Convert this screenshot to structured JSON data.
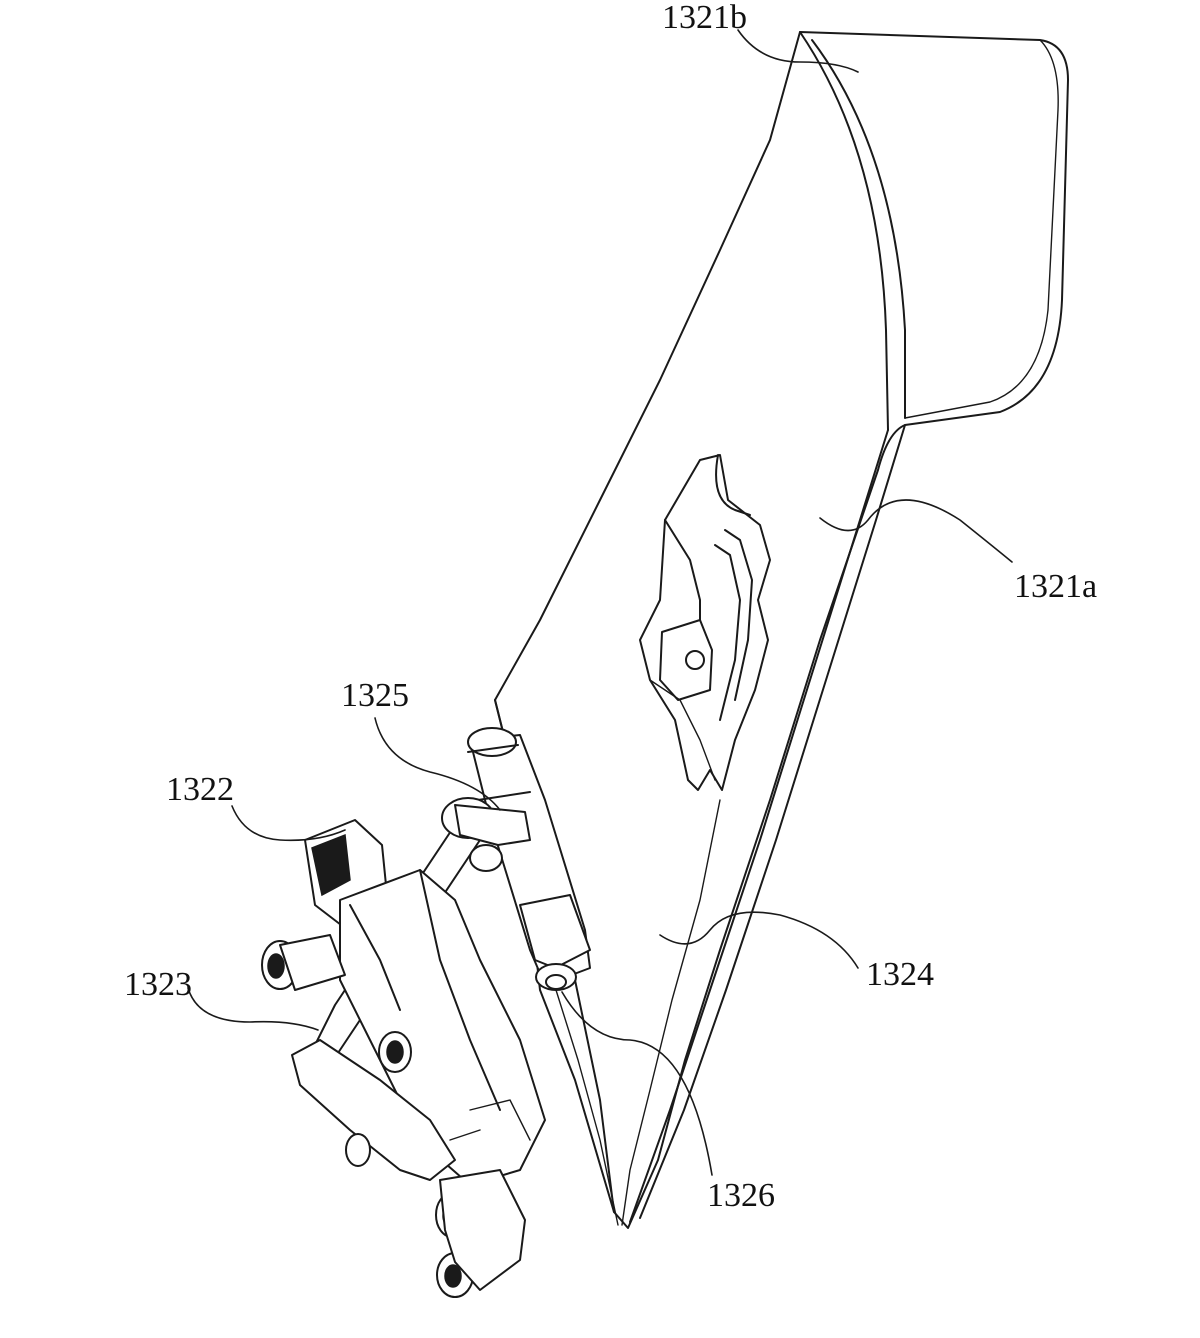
{
  "figure": {
    "labels": {
      "l1321b": "1321b",
      "l1321a": "1321a",
      "l1325": "1325",
      "l1322": "1322",
      "l1323": "1323",
      "l1324": "1324",
      "l1326": "1326"
    }
  }
}
